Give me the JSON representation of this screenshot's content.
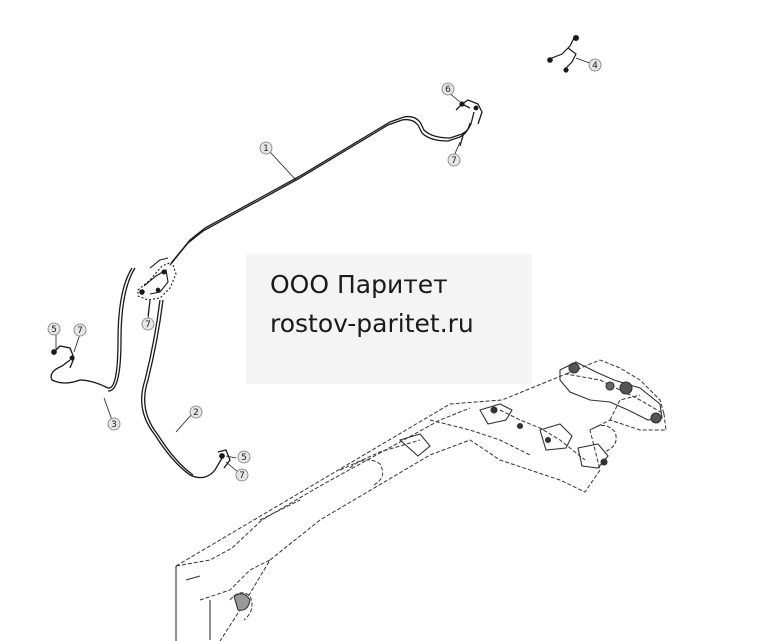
{
  "watermark": {
    "line1": "ООО Паритет",
    "line2": "rostov-paritet.ru"
  },
  "callouts": [
    {
      "id": "c1",
      "label": "1"
    },
    {
      "id": "c2",
      "label": "2"
    },
    {
      "id": "c3",
      "label": "3"
    },
    {
      "id": "c4",
      "label": "4"
    },
    {
      "id": "c5a",
      "label": "5"
    },
    {
      "id": "c5b",
      "label": "5"
    },
    {
      "id": "c6",
      "label": "6"
    },
    {
      "id": "c7a",
      "label": "7"
    },
    {
      "id": "c7b",
      "label": "7"
    },
    {
      "id": "c7c",
      "label": "7"
    },
    {
      "id": "c7d",
      "label": "7"
    }
  ],
  "colors": {
    "line": "#1a1a1a",
    "frame": "#333333",
    "callout_fill": "#e6e6e6"
  }
}
